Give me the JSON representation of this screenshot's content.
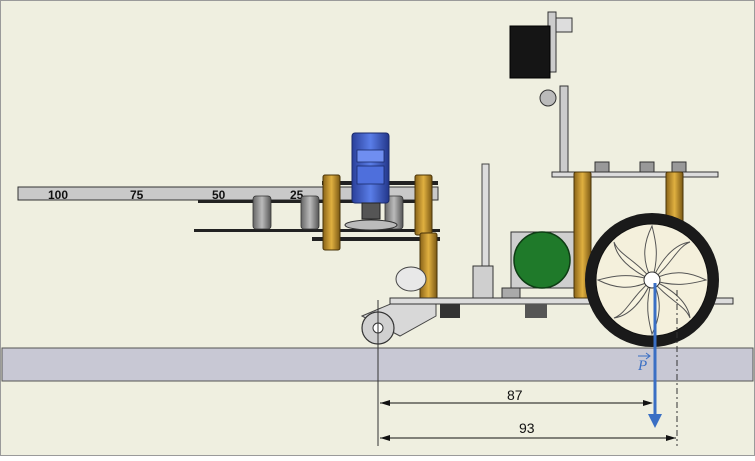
{
  "scale": {
    "labels": [
      "100",
      "75",
      "50",
      "25"
    ]
  },
  "dimensions": {
    "short": "87",
    "long": "93"
  },
  "force": {
    "label": "P"
  },
  "colors": {
    "background": "#efefe0",
    "ground": "#c8c8d4",
    "plate": "#dcdcdc",
    "standoff": "#c89a2a",
    "motor": "#3b5fc8",
    "force_arrow": "#3a6fc4",
    "green_disc": "#1f7a2a"
  }
}
